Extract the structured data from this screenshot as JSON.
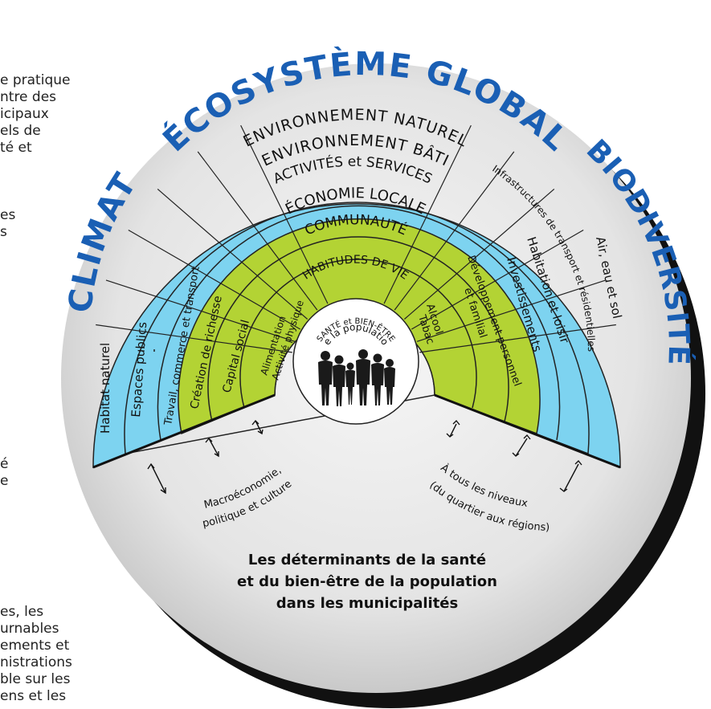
{
  "left_text": {
    "block1": [
      "e pratique",
      "ntre des",
      "icipaux",
      "els de",
      "té et"
    ],
    "block2": [
      "es",
      "s"
    ],
    "block3": [
      "é",
      "e"
    ],
    "block4": [
      "es, les",
      "urnables",
      "ements et",
      "nistrations",
      "ble sur les",
      "ens et les"
    ]
  },
  "outer": {
    "title_top": "ÉCOSYSTÈME GLOBAL",
    "title_left": "CLIMAT",
    "title_right": "BIODIVERSITÉ"
  },
  "bands": {
    "environnement_naturel": "ENVIRONNEMENT NATUREL",
    "environnement_bati": "ENVIRONNEMENT BÂTI",
    "activites_services": "ACTIVITÉS et SERVICES",
    "economie_locale": "ÉCONOMIE LOCALE",
    "communaute": "COMMUNAUTÉ",
    "habitudes_de_vie": "HABITUDES DE VIE"
  },
  "radial_left": {
    "habitat_naturel": "Habitat naturel",
    "espaces_publics": "Espaces publics",
    "travail": "Travail, commerce et transport",
    "creation_richesse": "Création de richesse",
    "capital_social": "Capital social",
    "alimentation": "Alimentation",
    "activite_physique": "Activité physique"
  },
  "radial_right": {
    "air_eau_sol": "Air, eau et sol",
    "infrastructures": "Infrastructures de transport et résidentielles",
    "habitation_loisir": "Habitation et loisir",
    "investissements": "Investissements",
    "developpement": "Développement personnel",
    "et_familial": "et familial",
    "alcool": "Alcool",
    "tabac": "Tabac"
  },
  "center": {
    "line1": "SANTÉ et BIEN-ÊTRE",
    "line2": "de la population"
  },
  "bottom_left": {
    "line1": "Macroéconomie,",
    "line2": "politique et culture"
  },
  "bottom_right": {
    "line1": "À tous les niveaux",
    "line2": "(du quartier aux régions)"
  },
  "caption": {
    "line1": "Les déterminants de la santé",
    "line2": "et du bien-être de la population",
    "line3": "dans les municipalités"
  },
  "colors": {
    "blue": "#7dd3f0",
    "green": "#b3d334",
    "title_blue": "#1a5fb4",
    "circle": "#e9e9e9",
    "shadow": "#111111"
  }
}
